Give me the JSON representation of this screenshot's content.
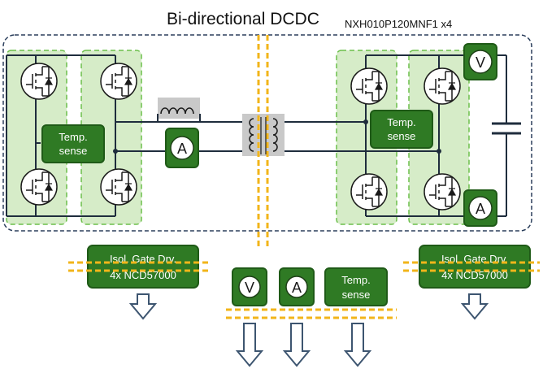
{
  "title": "Bi-directional DCDC",
  "part_label": "NXH010P120MNF1 x4",
  "temp_sense_label": "Temp.\nsense",
  "gate_driver_label": "Isol. Gate Drv.\n4x NCD57000",
  "voltmeter_symbol": "V",
  "ammeter_symbol": "A",
  "colors": {
    "green_box": "#2f7a24",
    "zone_fill": "#d6ecc8",
    "zone_border": "#6bbf4a",
    "isolation_dash": "#f2b51a",
    "boundary": "#2b3f5c"
  }
}
